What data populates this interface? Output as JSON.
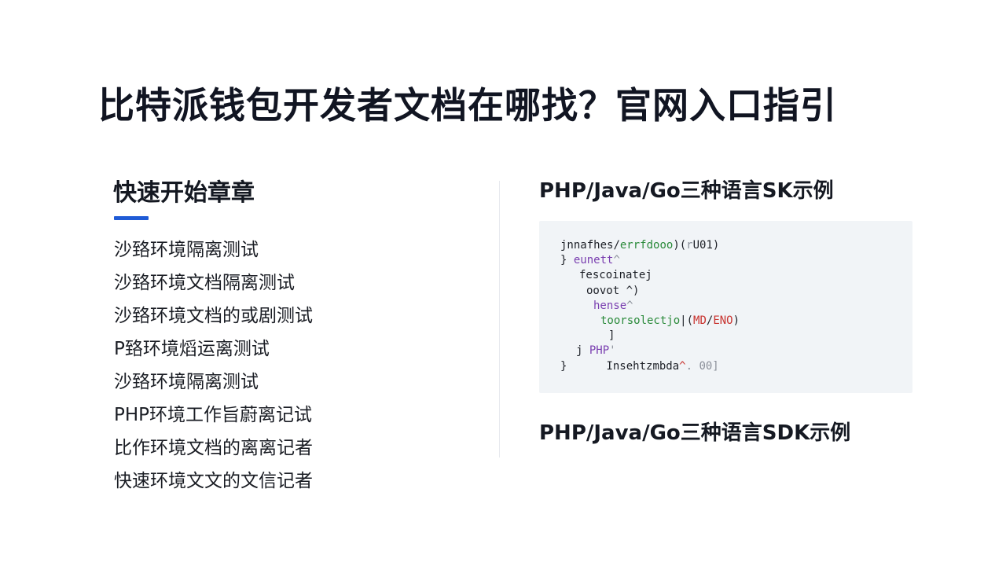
{
  "page": {
    "title": "比特派钱包开发者文档在哪找？官网入口指引"
  },
  "left": {
    "heading": "快速开始章章",
    "items": [
      "沙臵环境隔离测试",
      "沙臵环境文档隔离测试",
      "沙臵环境文档的或剧测试",
      "P臵环境熖运离测试",
      "沙臵环境隔离测试",
      "PHP环境工作旨蔚离记试",
      "比作环境文档的离离记者",
      "快速环境文文的文信记者"
    ]
  },
  "right": {
    "heading_top": "PHP/Java/Go三种语言SK示例",
    "heading_bottom": "PHP/Java/Go三种语言SDK示例",
    "code": {
      "line1": {
        "a": "jnnafhes",
        "b": "/",
        "c": "errfdooo",
        "d": ")(",
        "e": "r",
        "f": "U01)"
      },
      "line2": {
        "a": "} ",
        "b": "eunett",
        "c": "^"
      },
      "line3": {
        "a": "fescoinatej"
      },
      "line4": {
        "a": "oovot ^)"
      },
      "line5": {
        "a": "hense",
        "b": "^"
      },
      "line6": {
        "a": "toorsolectjo",
        "b": "|(",
        "c": "MD",
        "d": "/",
        "e": "ENO",
        "f": ")"
      },
      "line7": {
        "a": "]"
      },
      "line8": {
        "a": "j ",
        "b": "PHP",
        "c": "'"
      },
      "line9": {
        "a": "}",
        "b": "Insehtzmbda",
        "c": "^",
        "d": ". 00]"
      }
    }
  },
  "colors": {
    "accent": "#1f5bd6",
    "code_background": "#f1f4f7",
    "code_green": "#2a8a3a",
    "code_red": "#c8322e",
    "code_purple": "#7a3fb0"
  }
}
